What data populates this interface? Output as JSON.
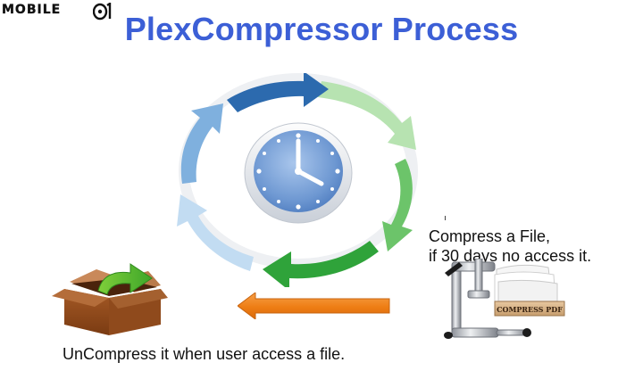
{
  "logo": {
    "text": "MOBILE",
    "icon": "mobile01-01-icon"
  },
  "title": "PlexCompressor Process",
  "labels": {
    "compress_line1": "Compress a File,",
    "compress_line2": "if 30 days no access it.",
    "uncompress": "UnCompress it when user access a file.",
    "stamp": "COMPRESS PDF"
  },
  "colors": {
    "title": "#3c5fd6",
    "arrow_orange": "#f0851c",
    "cycle_dark_blue": "#2e6db0",
    "cycle_light_blue": "#9cc3e6",
    "cycle_light_green": "#a8dba0",
    "cycle_dark_green": "#33a83e",
    "clock_face": "#7aa3d8",
    "box_brown": "#8b4a1e"
  }
}
